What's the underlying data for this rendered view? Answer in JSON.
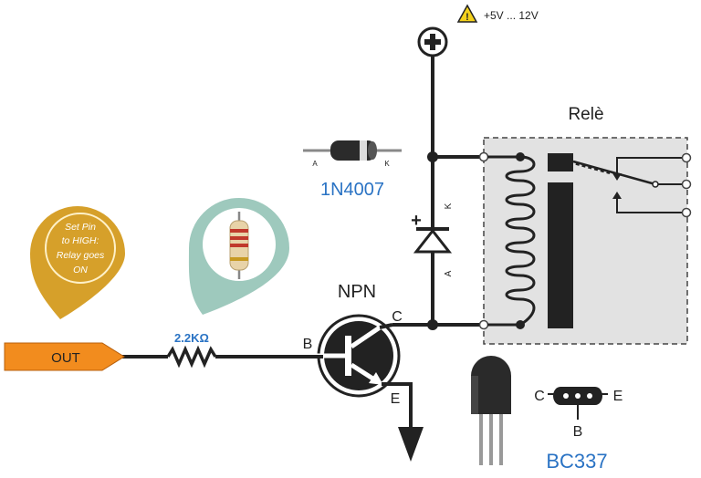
{
  "supply": {
    "label": "+5V ... 12V",
    "warning_icon": "warning-triangle-icon",
    "terminal_icon": "plus-terminal-icon"
  },
  "relay": {
    "label": "Relè"
  },
  "diode": {
    "part": "1N4007",
    "anode_mark": "A",
    "cathode_mark": "K",
    "polarity_mark": "+"
  },
  "transistor": {
    "type": "NPN",
    "pin_b": "B",
    "pin_c": "C",
    "pin_e": "E"
  },
  "resistor": {
    "value": "2.2KΩ"
  },
  "output": {
    "label": "OUT"
  },
  "callout": {
    "line1": "Set Pin",
    "line2": "to HIGH:",
    "line3": "Relay goes",
    "line4": "ON"
  },
  "package": {
    "part": "BC337",
    "pin_c": "C",
    "pin_e": "E",
    "pin_b": "B"
  },
  "colors": {
    "wire": "#222222",
    "accent_orange": "#f28c1e",
    "callout_gold": "#d6a02a",
    "pin_teal": "#9ec9bd",
    "part_blue": "#2a73c4",
    "relay_box": "#e2e2e2"
  }
}
